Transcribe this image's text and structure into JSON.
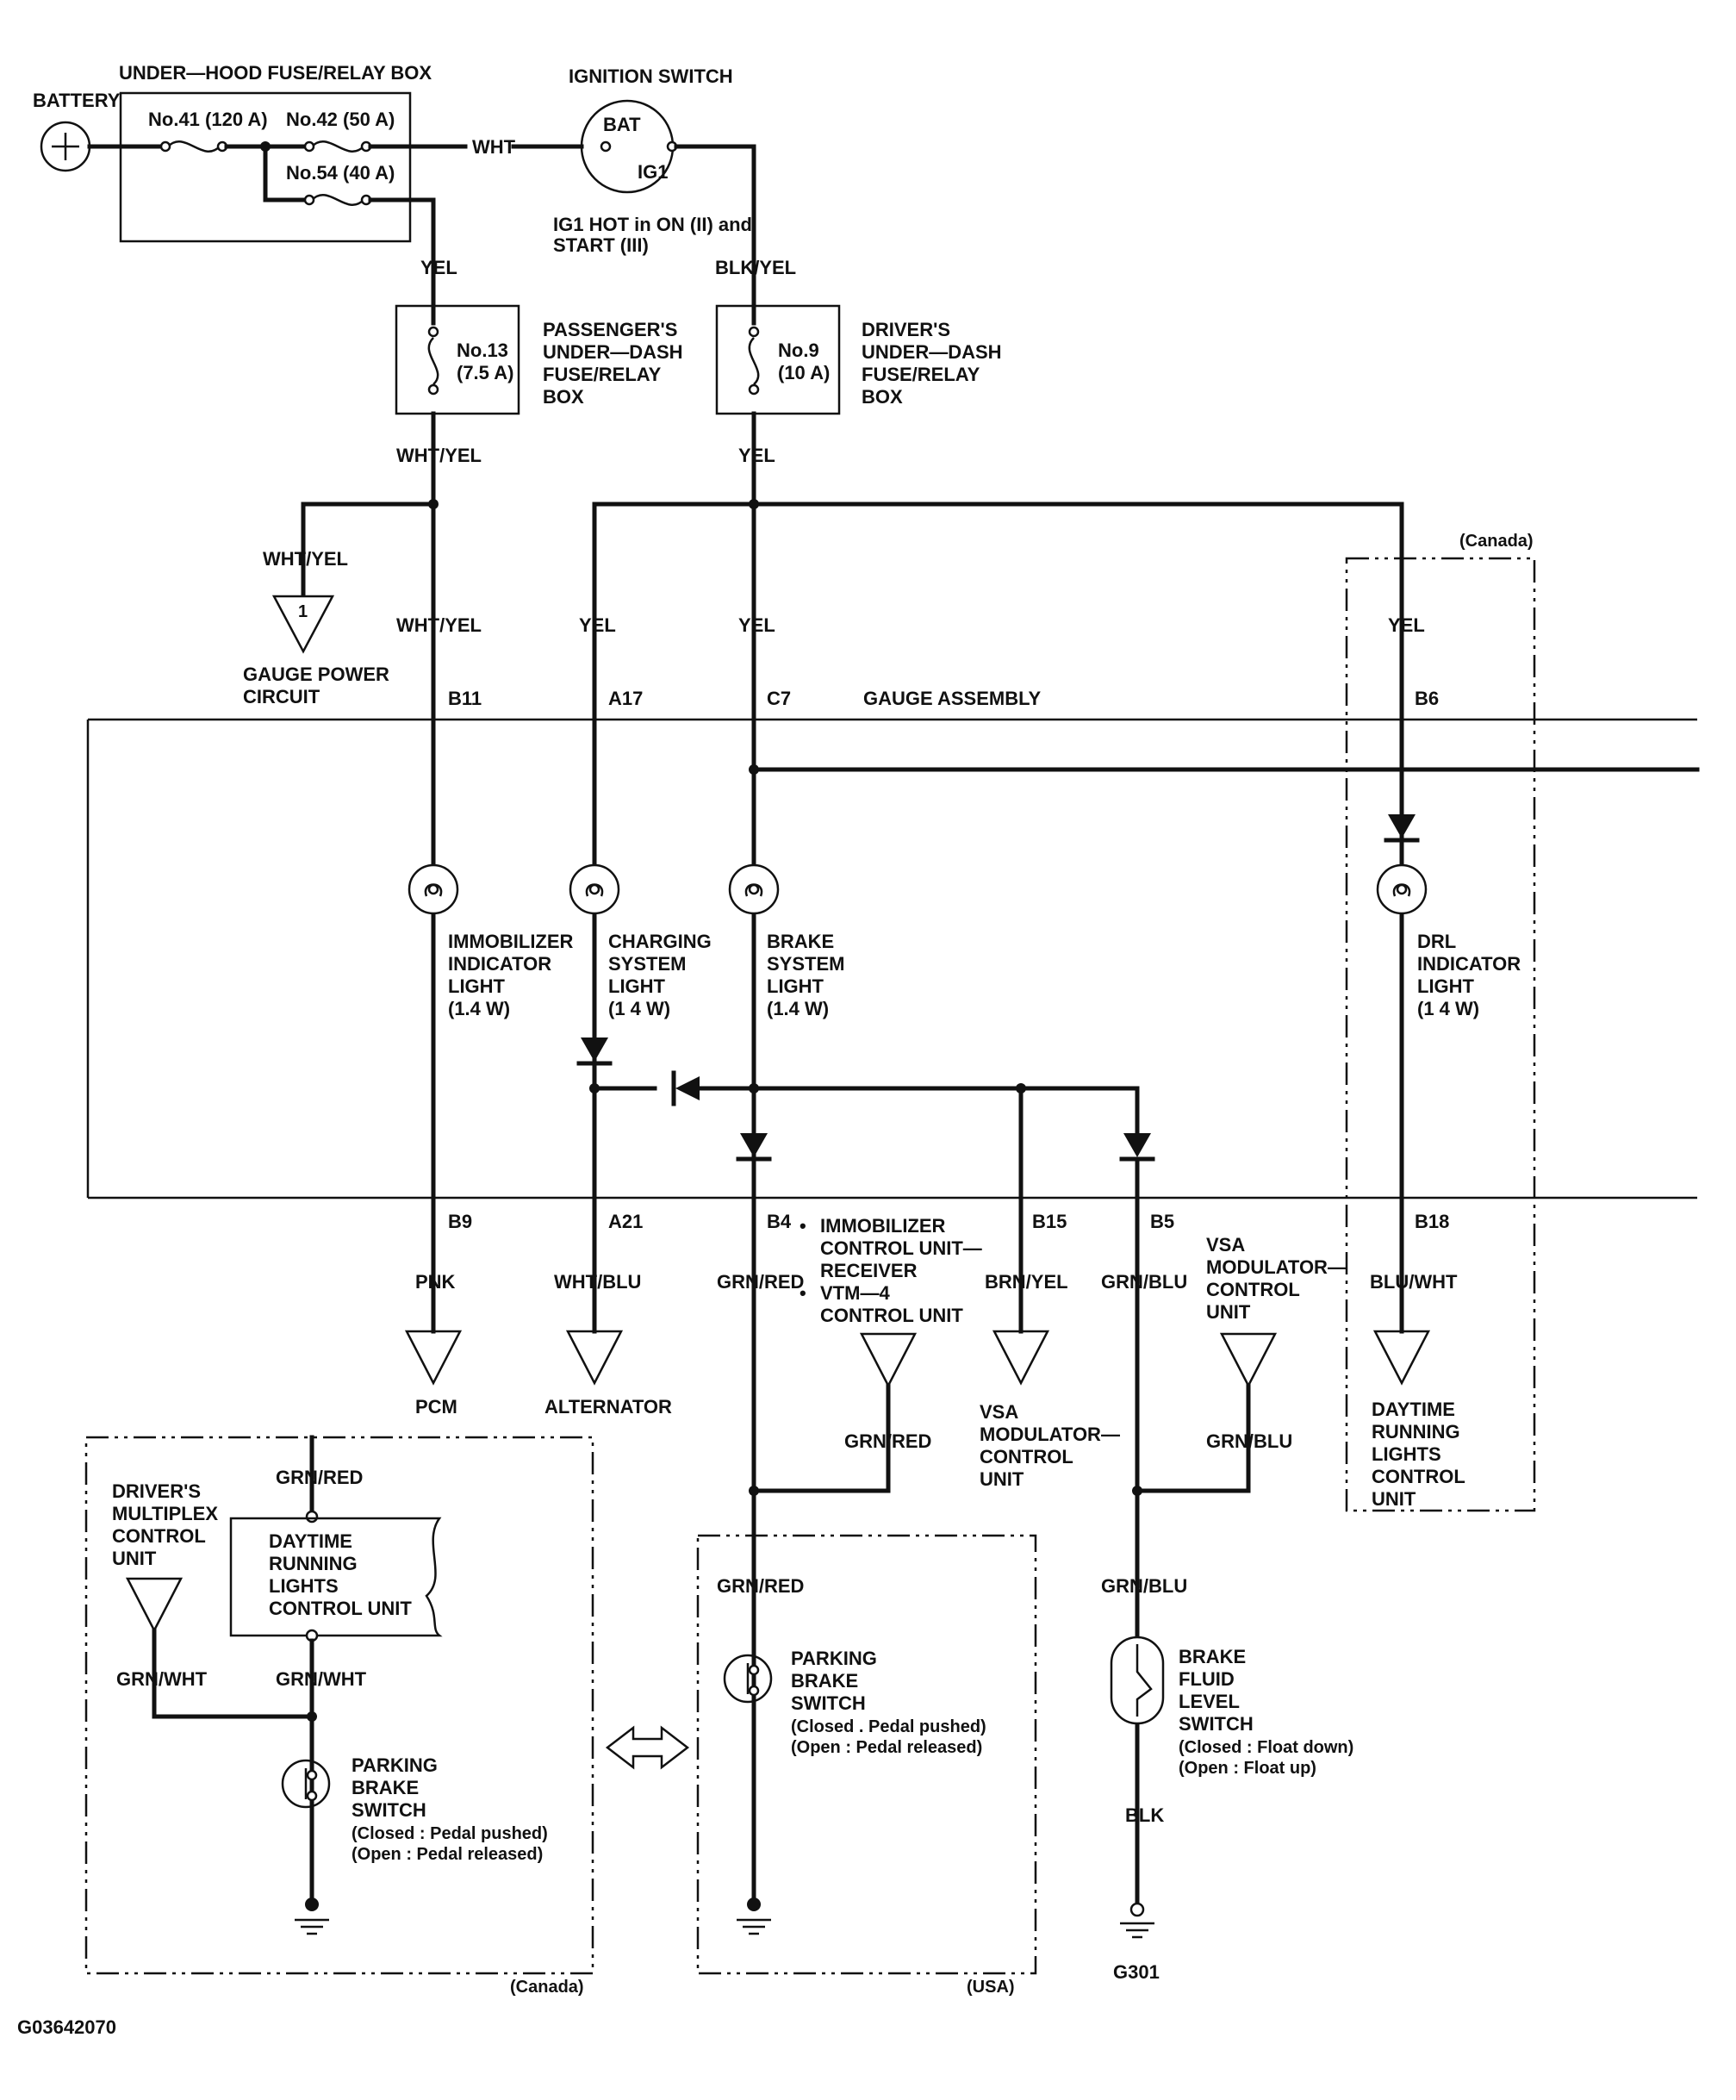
{
  "figure_id": "G03642070",
  "battery": {
    "label": "BATTERY"
  },
  "under_hood_box": {
    "label": "UNDER—HOOD FUSE/RELAY BOX",
    "fuse41": "No.41 (120 A)",
    "fuse42": "No.42 (50 A)",
    "fuse54": "No.54 (40 A)"
  },
  "ignition_switch": {
    "label": "IGNITION SWITCH",
    "bat": "BAT",
    "ig1": "IG1",
    "note_line1": "IG1 HOT in ON (II) and",
    "note_line2": "START (III)"
  },
  "passenger_box": {
    "fuse_no": "No.13",
    "fuse_rating": "(7.5 A)",
    "label_lines": [
      "PASSENGER'S",
      "UNDER—DASH",
      "FUSE/RELAY",
      "BOX"
    ]
  },
  "driver_box": {
    "fuse_no": "No.9",
    "fuse_rating": "(10 A)",
    "label_lines": [
      "DRIVER'S",
      "UNDER—DASH",
      "FUSE/RELAY",
      "BOX"
    ]
  },
  "wires": {
    "wht": "WHT",
    "yel_passenger": "YEL",
    "blk_yel": "BLK/YEL",
    "wht_yel_box": "WHT/YEL",
    "yel_box": "YEL",
    "wht_yel_gauge": "WHT/YEL",
    "wht_yel_b11": "WHT/YEL",
    "yel_a17": "YEL",
    "yel_c7": "YEL",
    "yel_b6": "YEL",
    "pnk": "PNK",
    "wht_blu": "WHT/BLU",
    "grn_red_b4": "GRN/RED",
    "brn_yel": "BRN/YEL",
    "grn_blu_b5": "GRN/BLU",
    "blu_wht": "BLU/WHT",
    "grn_red_immob": "GRN/RED",
    "grn_blu_vsa": "GRN/BLU",
    "grn_red_usa": "GRN/RED",
    "grn_blu_switch": "GRN/BLU",
    "blk": "BLK",
    "grn_red_canada": "GRN/RED",
    "grn_wht_left": "GRN/WHT",
    "grn_wht_right": "GRN/WHT"
  },
  "gauge_power": {
    "num": "1",
    "line1": "GAUGE POWER",
    "line2": "CIRCUIT"
  },
  "canada_top": "(Canada)",
  "gauge_assembly": {
    "label": "GAUGE ASSEMBLY",
    "pins": {
      "b11": "B11",
      "a17": "A17",
      "c7": "C7",
      "b6": "B6",
      "b9": "B9",
      "a21": "A21",
      "b4": "B4",
      "b15": "B15",
      "b5": "B5",
      "b18": "B18"
    }
  },
  "lights": {
    "immobilizer": [
      "IMMOBILIZER",
      "INDICATOR",
      "LIGHT",
      "(1.4 W)"
    ],
    "charging": [
      "CHARGING",
      "SYSTEM",
      "LIGHT",
      "(1 4 W)"
    ],
    "brake": [
      "BRAKE",
      "SYSTEM",
      "LIGHT",
      "(1.4 W)"
    ],
    "drl": [
      "DRL",
      "INDICATOR",
      "LIGHT",
      "(1 4 W)"
    ]
  },
  "destinations": {
    "pcm": "PCM",
    "alternator": "ALTERNATOR",
    "immob_list": [
      "IMMOBILIZER",
      "CONTROL UNIT—",
      "RECEIVER",
      "VTM—4",
      "CONTROL UNIT"
    ],
    "vsa_top": [
      "VSA",
      "MODULATOR—",
      "CONTROL",
      "UNIT"
    ],
    "vsa_bottom": [
      "VSA",
      "MODULATOR—",
      "CONTROL",
      "UNIT"
    ],
    "drl_unit": [
      "DAYTIME",
      "RUNNING",
      "LIGHTS",
      "CONTROL",
      "UNIT"
    ]
  },
  "canada_box": {
    "caption": "(Canada)",
    "mux_unit": [
      "DRIVER'S",
      "MULTIPLEX",
      "CONTROL",
      "UNIT"
    ],
    "drl_unit": [
      "DAYTIME",
      "RUNNING",
      "LIGHTS",
      "CONTROL UNIT"
    ],
    "switch": [
      "PARKING",
      "BRAKE",
      "SWITCH",
      "(Closed : Pedal pushed)",
      "(Open : Pedal released)"
    ]
  },
  "usa_box": {
    "caption": "(USA)",
    "switch": [
      "PARKING",
      "BRAKE",
      "SWITCH",
      "(Closed . Pedal pushed)",
      "(Open : Pedal released)"
    ]
  },
  "brake_fluid": {
    "lines": [
      "BRAKE",
      "FLUID",
      "LEVEL",
      "SWITCH",
      "(Closed : Float down)",
      "(Open : Float up)"
    ],
    "ground": "G301"
  }
}
